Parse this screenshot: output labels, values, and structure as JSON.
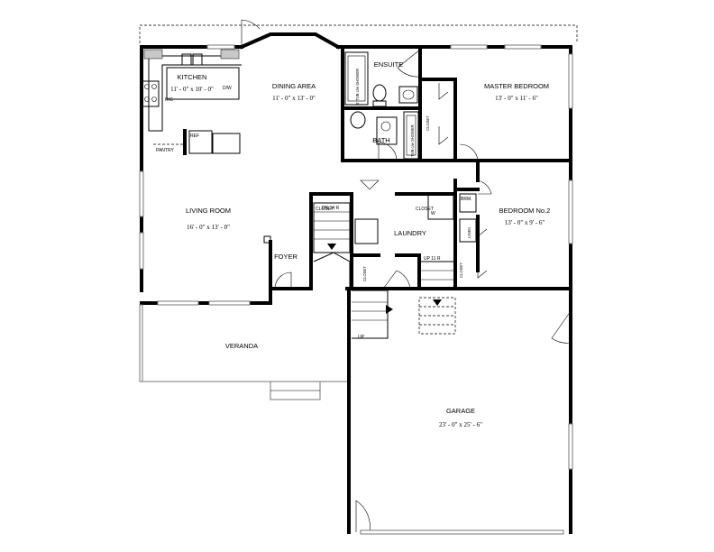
{
  "rooms": {
    "kitchen": {
      "name": "KITCHEN",
      "dims": "11' - 0\" x 10' - 0\""
    },
    "dining": {
      "name": "DINING AREA",
      "dims": "11' - 0\" x 13' - 0\""
    },
    "master": {
      "name": "MASTER BEDROOM",
      "dims": "13' - 0\" x 11' - 6\""
    },
    "living": {
      "name": "LIVING ROOM",
      "dims": "16' - 0\" x 13' - 0\""
    },
    "bedroom2": {
      "name": "BEDROOM No.2",
      "dims": "13' - 0\" x 9' - 6\""
    },
    "garage": {
      "name": "GARAGE",
      "dims": "23' - 0\" x 25' - 6\""
    },
    "ensuite": {
      "name": "ENSUITE"
    },
    "bath": {
      "name": "BATH"
    },
    "laundry": {
      "name": "LAUNDRY"
    },
    "foyer": {
      "name": "FOYER"
    },
    "veranda": {
      "name": "VERANDA"
    }
  },
  "fixtures": {
    "dw": "D/W",
    "rg": "R/G",
    "ref": "REF",
    "pantry": "PANTRY",
    "closet": "CLOSET",
    "linen": "LINEN",
    "brm": "BRM.",
    "washer": "W",
    "tub_shower_1": "5' TUB c/w SHOWER",
    "tub_shower_2": "TUB c/w SHOWER",
    "dn_stairs": "DN 14 R",
    "up_stairs": "UP 11 R",
    "up_small": "UP"
  }
}
